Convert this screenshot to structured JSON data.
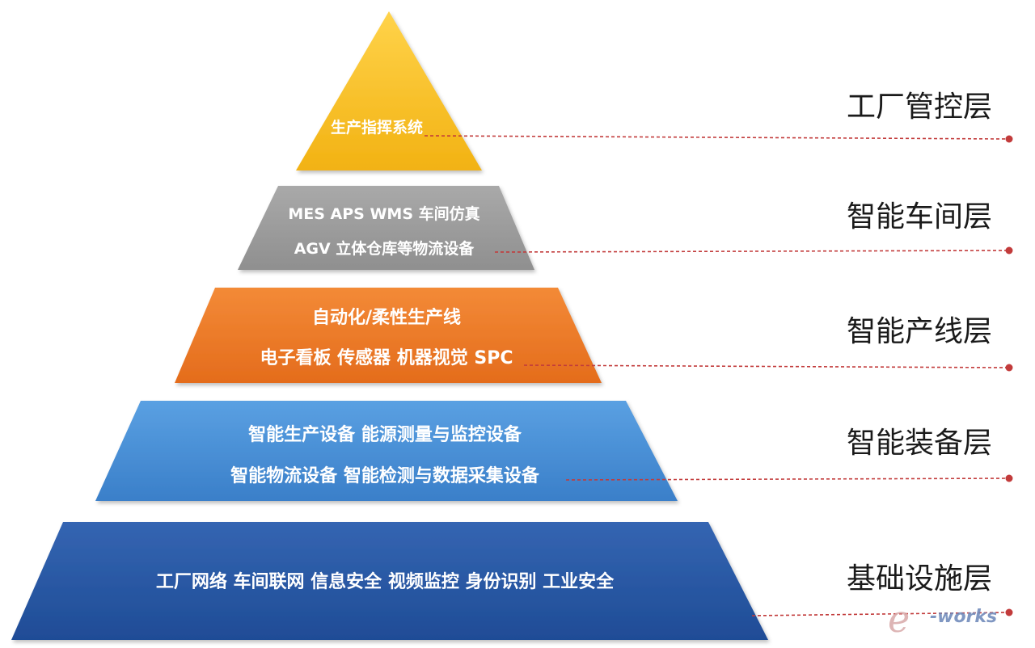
{
  "tiers": [
    {
      "id": "factory-control",
      "label": "工厂管控层",
      "lines": [
        "生产指挥系统"
      ],
      "color": "#f5bd1f"
    },
    {
      "id": "smart-workshop",
      "label": "智能车间层",
      "lines": [
        "MES APS WMS 车间仿真",
        "AGV 立体仓库等物流设备"
      ],
      "color": "#9e9e9e"
    },
    {
      "id": "smart-line",
      "label": "智能产线层",
      "lines": [
        "自动化/柔性生产线",
        "电子看板 传感器 机器视觉 SPC"
      ],
      "color": "#ee7d2b"
    },
    {
      "id": "smart-equipment",
      "label": "智能装备层",
      "lines": [
        "智能生产设备 能源测量与监控设备",
        "智能物流设备 智能检测与数据采集设备"
      ],
      "color": "#4a90d6"
    },
    {
      "id": "infrastructure",
      "label": "基础设施层",
      "lines": [
        "工厂网络 车间联网 信息安全 视频监控 身份识别 工业安全"
      ],
      "color": "#2a5aa6"
    }
  ],
  "watermark": {
    "e": "e",
    "works": "-works"
  },
  "colors": {
    "leader": "#c23b3b",
    "label_text": "#1a1a1a"
  }
}
